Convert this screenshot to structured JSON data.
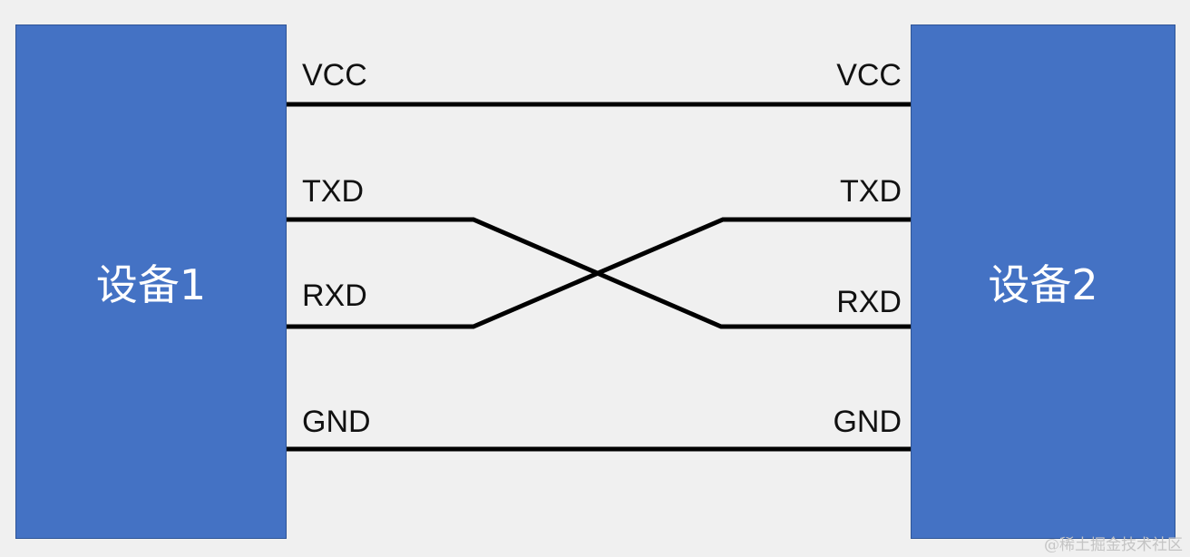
{
  "devices": {
    "left": {
      "label": "设备1",
      "color": "#4472c4"
    },
    "right": {
      "label": "设备2",
      "color": "#4472c4"
    }
  },
  "pins": {
    "left": [
      "VCC",
      "TXD",
      "RXD",
      "GND"
    ],
    "right": [
      "VCC",
      "TXD",
      "RXD",
      "GND"
    ]
  },
  "connections": [
    {
      "from": "VCC",
      "to": "VCC"
    },
    {
      "from": "TXD",
      "to": "RXD"
    },
    {
      "from": "RXD",
      "to": "TXD"
    },
    {
      "from": "GND",
      "to": "GND"
    }
  ],
  "watermark": "@稀土掘金技术社区"
}
